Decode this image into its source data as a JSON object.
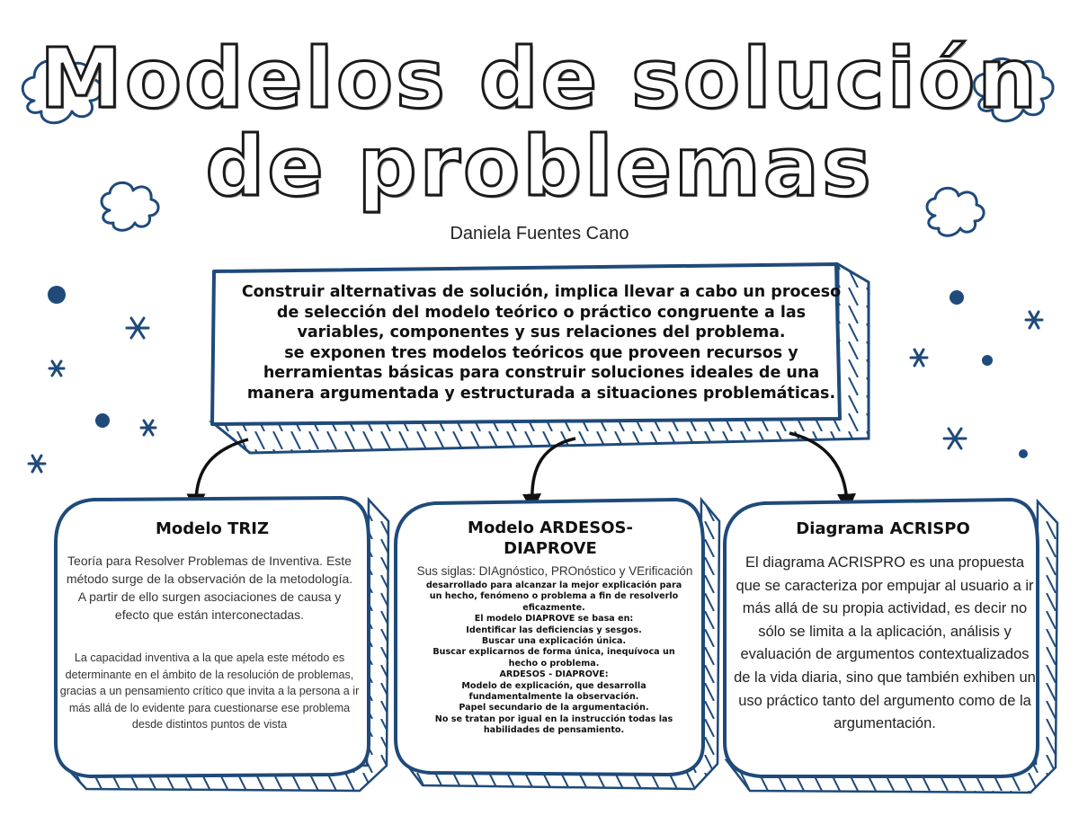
{
  "title": {
    "line1": "Modelos de solución",
    "line2": "de problemas"
  },
  "author": "Daniela Fuentes Cano",
  "intro": {
    "lines": [
      "Construir alternativas de solución, implica llevar a cabo un proceso",
      "de selección del modelo teórico o práctico congruente a las",
      "variables, componentes y sus relaciones del problema.",
      "se exponen tres modelos teóricos que proveen recursos y",
      "herramientas básicas para construir soluciones ideales de una",
      "manera argumentada y estructurada a situaciones problemáticas."
    ]
  },
  "cards": [
    {
      "title": "Modelo TRIZ",
      "paragraph1": "Teoría para Resolver Problemas de Inventiva. Este método surge de la observación de la metodología. A partir de ello surgen asociaciones de causa y efecto que están interconectadas.",
      "paragraph2": "La capacidad inventiva a la que apela este método es determinante en el ámbito de la resolución de problemas, gracias a un pensamiento crítico que invita a la persona a ir más allá de lo evidente para cuestionarse ese problema desde distintos puntos de vista"
    },
    {
      "title_line1": "Modelo ARDESOS-",
      "title_line2": "DIAPROVE",
      "siglas": "Sus siglas: DIAgnóstico, PROnóstico y VErificación",
      "body": [
        "desarrollado para alcanzar la mejor explicación para",
        "un hecho, fenómeno o problema a fin de resolverlo",
        "eficazmente.",
        "El modelo DIAPROVE se basa en:",
        "Identificar las deficiencias y sesgos.",
        "Buscar una explicación única.",
        "Buscar explicarnos de forma única, inequívoca un",
        "hecho o problema.",
        "ARDESOS - DIAPROVE:",
        "Modelo de explicación, que desarrolla",
        "fundamentalmente la observación.",
        "Papel secundario de la argumentación.",
        "No se tratan por igual en la instrucción todas las",
        "habilidades de pensamiento."
      ]
    },
    {
      "title": "Diagrama ACRISPO",
      "paragraph": "El diagrama ACRISPRO es una propuesta que se caracteriza por empujar al usuario a ir más allá de su propia actividad, es decir no sólo se limita a la aplicación, análisis y evaluación de argumentos contextualizados de la vida diaria, sino que también exhiben un uso práctico tanto del argumento como de la argumentación."
    }
  ],
  "colors": {
    "accent": "#1f4a7a",
    "ink": "#111111"
  },
  "icons": [
    "cloud-icon",
    "star-icon",
    "dot-icon",
    "arrow-icon"
  ]
}
